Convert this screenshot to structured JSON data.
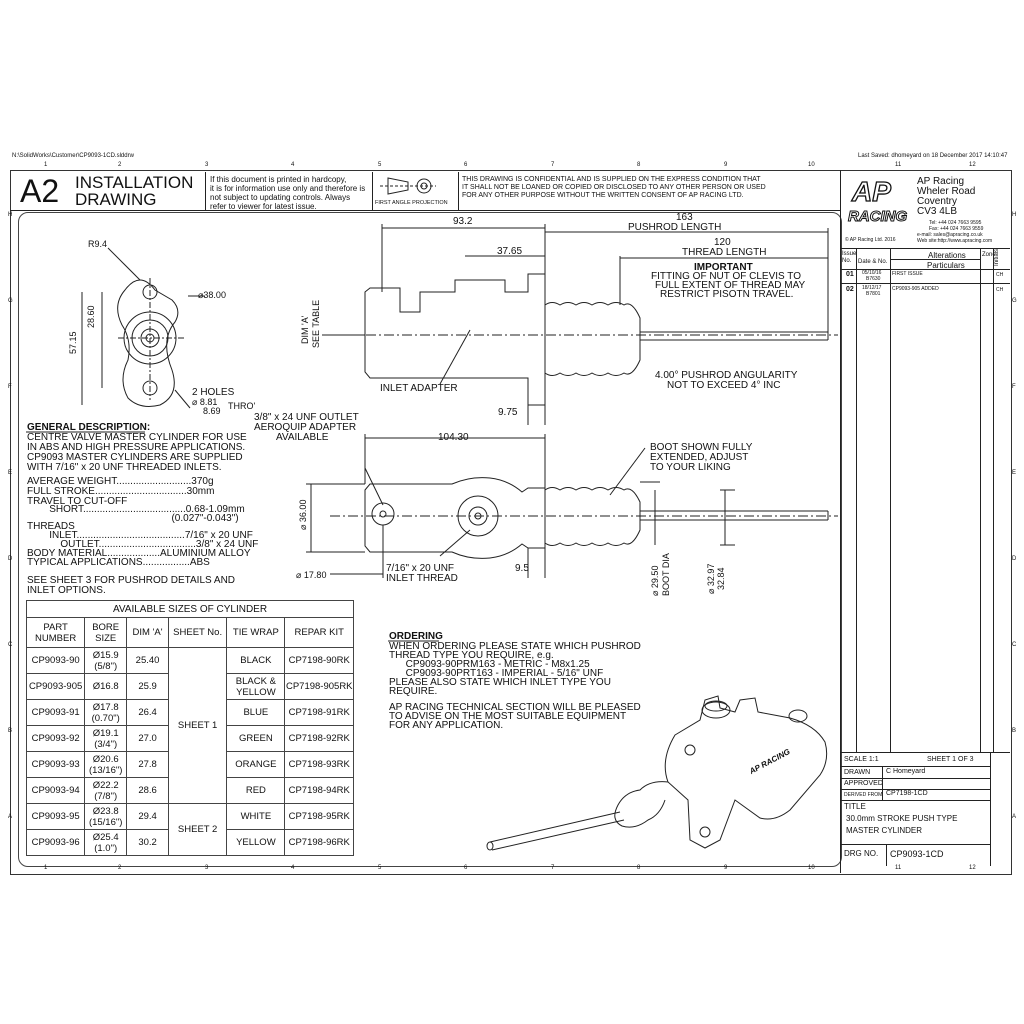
{
  "file_path": "N:\\SolidWorks\\Customer\\CP9093-1CD.slddrw",
  "last_saved": "Last Saved: dhomeyard on 18 December 2017 14:10:47",
  "zone_numbers_top": [
    "1",
    "2",
    "3",
    "4",
    "5",
    "6",
    "7",
    "8",
    "9",
    "10",
    "11",
    "12"
  ],
  "zone_numbers_bottom": [
    "1",
    "2",
    "3",
    "4",
    "5",
    "6",
    "7",
    "8",
    "9",
    "10",
    "11",
    "12"
  ],
  "zone_letters": [
    "H",
    "G",
    "F",
    "E",
    "D",
    "C",
    "B",
    "A"
  ],
  "title_block": {
    "size": "A2",
    "doc_type_line1": "INSTALLATION",
    "doc_type_line2": "DRAWING",
    "print_notice": [
      "If this document is printed in hardcopy,",
      "it is for information use only and therefore is",
      "not subject to updating controls. Always",
      "refer to viewer for latest issue."
    ],
    "projection": "FIRST ANGLE PROJECTION",
    "confidential": [
      "THIS DRAWING IS CONFIDENTIAL AND IS SUPPLIED ON THE EXPRESS CONDITION THAT",
      "IT SHALL NOT BE LOANED OR COPIED OR DISCLOSED TO ANY OTHER PERSON OR USED",
      "FOR ANY OTHER PURPOSE WITHOUT THE WRITTEN CONSENT OF AP RACING LTD."
    ]
  },
  "company": {
    "logo_line1": "AP",
    "logo_line2": "RACING",
    "copyright": "© AP Racing Ltd. 2016",
    "address": [
      "AP Racing",
      "Wheler Road",
      "Coventry",
      "CV3 4LB"
    ],
    "contacts": [
      "Tel: +44 024 7663 9595",
      "Fax: +44 024 7663 9559",
      "e-mail: sales@apracing.co.uk",
      "Web site:http://www.apracing.com"
    ]
  },
  "alterations": {
    "head_issue": "Issue No.",
    "head_date": "Date & No.",
    "head_title": "Alterations",
    "head_particulars": "Particulars",
    "head_zone": "Zone",
    "head_initials": "Initials",
    "rows": [
      {
        "issue": "01",
        "date": "05/10/16",
        "no": "B7630",
        "particulars": "FIRST ISSUE",
        "initials": "CH"
      },
      {
        "issue": "02",
        "date": "18/12/17",
        "no": "B7801",
        "particulars": "CP9093-905 ADDED",
        "initials": "CH"
      }
    ]
  },
  "drawing_info": {
    "scale": "SCALE 1:1",
    "sheet": "SHEET 1 OF 3",
    "drawn_label": "DRAWN",
    "drawn_value": "C Homeyard",
    "approved_label": "APPROVED",
    "derived_label": "DERIVED FROM",
    "derived_value": "CP7198-1CD",
    "title_label": "TITLE",
    "title_line1": "30.0mm STROKE PUSH TYPE",
    "title_line2": "MASTER CYLINDER",
    "drg_label": "DRG NO.",
    "drg_value": "CP9093-1CD"
  },
  "dimensions": {
    "r94": "R9.4",
    "d38": "38.00",
    "d2860": "28.60",
    "d5715": "57.15",
    "holes": "2 HOLES",
    "holes_a": "8.81",
    "holes_b": "8.69",
    "holes_thro": "THRO'",
    "d932": "93.2",
    "d3765": "37.65",
    "d163": "163",
    "pushrod_length": "PUSHROD LENGTH",
    "d120": "120",
    "thread_length": "THREAD LENGTH",
    "dim_a": "DIM 'A'",
    "see_table": "SEE TABLE",
    "inlet_adapter": "INLET ADAPTER",
    "d975": "9.75",
    "d10430": "104.30",
    "d36": "36.00",
    "d1780": "17.80",
    "d95": "9.5",
    "d2950": "29.50",
    "boot_dia": "BOOT DIA",
    "d3297": "32.97",
    "d3284": "32.84"
  },
  "notes": {
    "important_title": "IMPORTANT",
    "important_lines": [
      "FITTING OF NUT OF CLEVIS TO",
      "FULL EXTENT OF THREAD MAY",
      "RESTRICT PISOTN TRAVEL."
    ],
    "angularity": [
      "4.00° PUSHROD ANGULARITY",
      "NOT TO EXCEED 4° INC"
    ],
    "outlet": [
      "3/8\" x 24 UNF OUTLET",
      "AEROQUIP ADAPTER",
      "AVAILABLE"
    ],
    "boot": [
      "BOOT SHOWN FULLY",
      "EXTENDED, ADJUST",
      "TO YOUR LIKING"
    ],
    "inlet_thread": [
      "7/16\" x 20 UNF",
      "INLET THREAD"
    ]
  },
  "general_description": {
    "title": "GENERAL DESCRIPTION:",
    "intro": [
      "CENTRE VALVE MASTER CYLINDER FOR USE",
      "IN ABS AND HIGH PRESSURE APPLICATIONS.",
      "CP9093 MASTER CYLINDERS ARE SUPPLIED",
      "WITH 7/16\" x 20 UNF THREADED INLETS."
    ],
    "specs": [
      "AVERAGE WEIGHT...........................370g",
      "FULL STROKE.................................30mm",
      "TRAVEL TO CUT-OFF",
      "        SHORT.....................................0.68-1.09mm",
      "                                                    (0.027\"-0.043\")",
      "THREADS",
      "        INLET.......................................7/16\" x 20 UNF",
      "            OUTLET...................................3/8\" x 24 UNF",
      "BODY MATERIAL...................ALUMINIUM ALLOY",
      "TYPICAL APPLICATIONS.................ABS"
    ],
    "see_sheet": [
      "SEE SHEET 3 FOR PUSHROD DETAILS AND",
      "INLET OPTIONS."
    ]
  },
  "sizes_table": {
    "caption": "AVAILABLE SIZES OF CYLINDER",
    "headers": [
      "PART NUMBER",
      "BORE SIZE",
      "DIM 'A'",
      "SHEET No.",
      "TIE WRAP",
      "REPAR KIT"
    ],
    "sheet1": "SHEET 1",
    "sheet2": "SHEET 2",
    "rows": [
      {
        "part": "CP9093-90",
        "bore": "Ø15.9",
        "bore2": "(5/8\")",
        "dim": "25.40",
        "wrap": "BLACK",
        "kit": "CP7198-90RK"
      },
      {
        "part": "CP9093-905",
        "bore": "Ø16.8",
        "bore2": "",
        "dim": "25.9",
        "wrap": "BLACK &",
        "wrap2": "YELLOW",
        "kit": "CP7198-905RK"
      },
      {
        "part": "CP9093-91",
        "bore": "Ø17.8",
        "bore2": "(0.70\")",
        "dim": "26.4",
        "wrap": "BLUE",
        "kit": "CP7198-91RK"
      },
      {
        "part": "CP9093-92",
        "bore": "Ø19.1",
        "bore2": "(3/4\")",
        "dim": "27.0",
        "wrap": "GREEN",
        "kit": "CP7198-92RK"
      },
      {
        "part": "CP9093-93",
        "bore": "Ø20.6",
        "bore2": "(13/16\")",
        "dim": "27.8",
        "wrap": "ORANGE",
        "kit": "CP7198-93RK"
      },
      {
        "part": "CP9093-94",
        "bore": "Ø22.2",
        "bore2": "(7/8\")",
        "dim": "28.6",
        "wrap": "RED",
        "kit": "CP7198-94RK"
      },
      {
        "part": "CP9093-95",
        "bore": "Ø23.8",
        "bore2": "(15/16\")",
        "dim": "29.4",
        "wrap": "WHITE",
        "kit": "CP7198-95RK"
      },
      {
        "part": "CP9093-96",
        "bore": "Ø25.4",
        "bore2": "(1.0\")",
        "dim": "30.2",
        "wrap": "YELLOW",
        "kit": "CP7198-96RK"
      }
    ]
  },
  "ordering": {
    "title": "ORDERING",
    "lines": [
      "WHEN ORDERING PLEASE STATE WHICH PUSHROD",
      "THREAD TYPE YOU REQUIRE, e.g.",
      "      CP9093-90PRM163 - METRIC - M8x1.25",
      "      CP9093-90PRT163 - IMPERIAL - 5/16\" UNF",
      "PLEASE ALSO STATE WHICH INLET TYPE YOU",
      "REQUIRE."
    ],
    "advice": [
      "AP RACING TECHNICAL SECTION WILL BE PLEASED",
      "TO ADVISE ON THE MOST SUITABLE EQUIPMENT",
      "FOR ANY APPLICATION."
    ]
  },
  "product_logo": "AP RACING"
}
